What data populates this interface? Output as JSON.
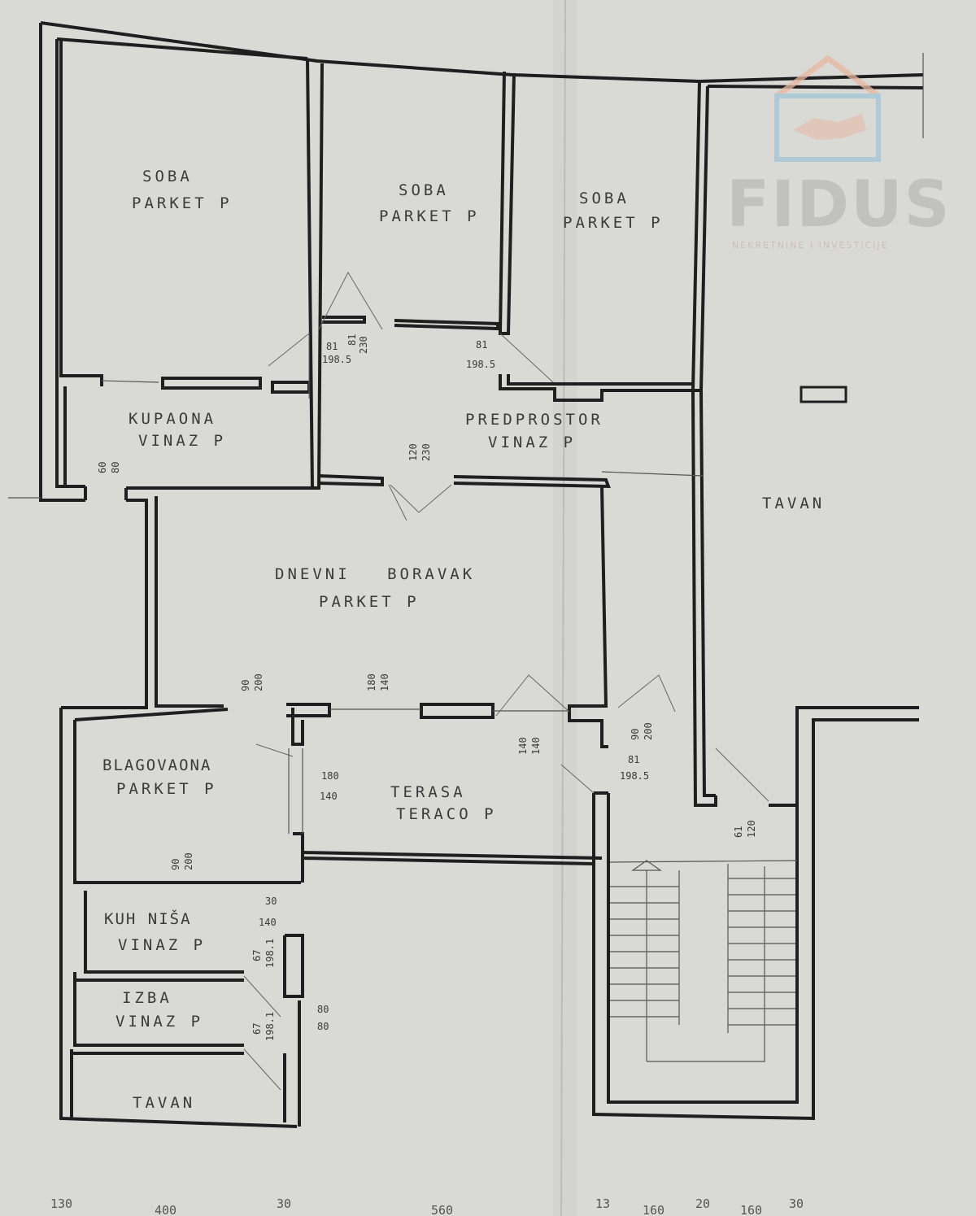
{
  "watermark": {
    "brand": "FIDUS",
    "tagline": "NEKRETNINE I INVESTICIJE",
    "colors": {
      "logo_orange": "#e8b79f",
      "logo_blue": "#9fc6d6",
      "text_gray": "#b9b9b6"
    }
  },
  "rooms": {
    "soba_1": {
      "name": "SOBA",
      "floor": "PARKET P"
    },
    "soba_2": {
      "name": "SOBA",
      "floor": "PARKET P"
    },
    "soba_3": {
      "name": "SOBA",
      "floor": "PARKET P"
    },
    "kupaona": {
      "name": "KUPAONA",
      "floor": "VINAZ P"
    },
    "predprostor": {
      "name": "PREDPROSTOR",
      "floor": "VINAZ P"
    },
    "tavan_right": {
      "name": "TAVAN"
    },
    "dnevni": {
      "name": "DNEVNI BORAVAK",
      "floor": "PARKET P"
    },
    "blagovaona": {
      "name": "BLAGOVAONA",
      "floor": "PARKET P"
    },
    "terasa": {
      "name": "TERASA",
      "floor": "TERACO P"
    },
    "kuh_nisa": {
      "name": "KUH NIŠA",
      "floor": "VINAZ P"
    },
    "izba": {
      "name": "IZBA",
      "floor": "VINAZ P"
    },
    "tavan_bottom": {
      "name": "TAVAN"
    }
  },
  "dimensions": {
    "d1": [
      "81",
      "198.5"
    ],
    "d2": [
      "81",
      "230"
    ],
    "d3": [
      "81",
      "198.5"
    ],
    "d4": [
      "120",
      "230"
    ],
    "d5": [
      "60",
      "80"
    ],
    "d6": [
      "90",
      "200"
    ],
    "d7": [
      "180",
      "140"
    ],
    "d8": [
      "90",
      "200"
    ],
    "d9": [
      "140",
      "140"
    ],
    "d10": [
      "81",
      "198.5"
    ],
    "d11": [
      "180",
      "140"
    ],
    "d12": [
      "90",
      "200"
    ],
    "d13": [
      "30",
      "140"
    ],
    "d14": [
      "67",
      "198.1"
    ],
    "d15": [
      "80",
      "80"
    ],
    "d16": [
      "67",
      "198.1"
    ],
    "d17": [
      "61",
      "120"
    ]
  },
  "bottom_dims": [
    "130",
    "400",
    "30",
    "560",
    "13",
    "160",
    "20",
    "160",
    "30"
  ]
}
